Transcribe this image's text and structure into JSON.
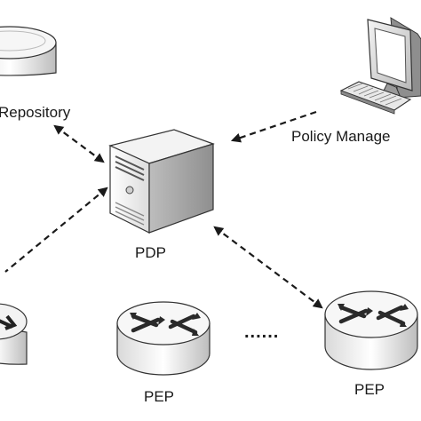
{
  "diagram": {
    "labels": {
      "repository": "Repository",
      "policy_manager": "Policy Manage",
      "pdp": "PDP",
      "pep_center": "PEP",
      "pep_right": "PEP",
      "ellipsis": "......"
    }
  }
}
